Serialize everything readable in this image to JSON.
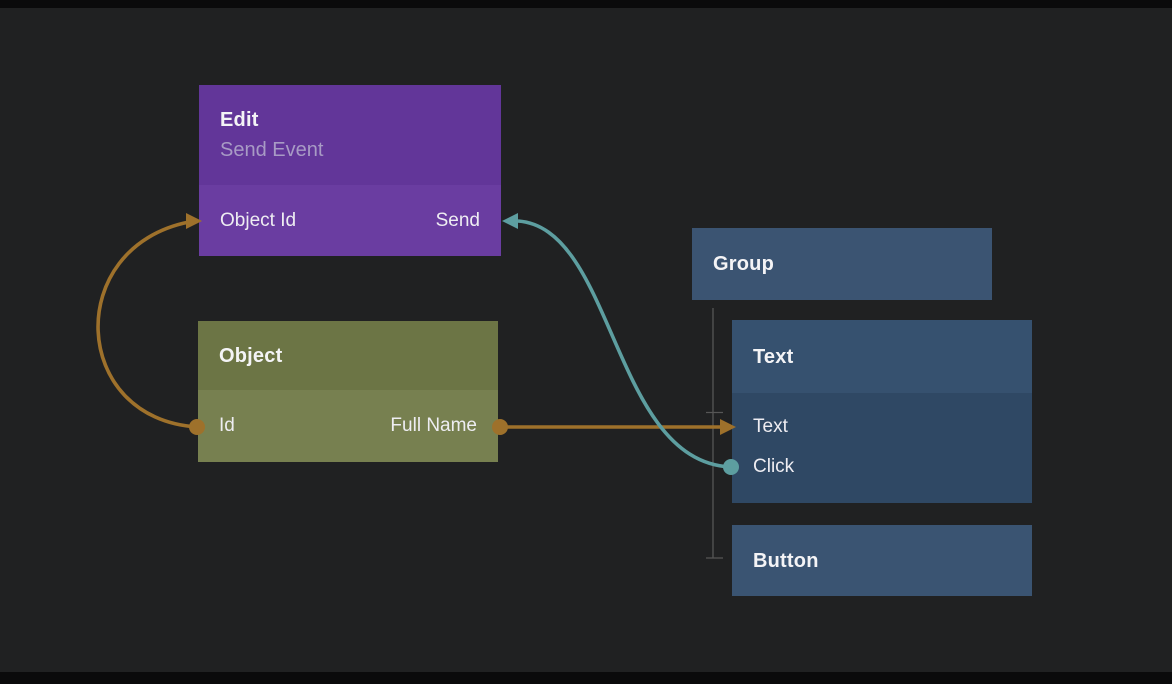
{
  "canvas": {
    "background_color": "#202122",
    "edge_bar_color": "#0a0a0b"
  },
  "colors": {
    "wire_orange": "#9e712b",
    "wire_teal": "#5d9ea0",
    "tree_line": "#565656"
  },
  "nodes": {
    "edit": {
      "title": "Edit",
      "subtitle": "Send Event",
      "header_color": "#623699",
      "body_color": "#6a3da1",
      "ports": {
        "input": "Object Id",
        "output": "Send"
      }
    },
    "object": {
      "title": "Object",
      "header_color": "#6c7545",
      "body_color": "#778050",
      "ports": {
        "output_left": "Id",
        "output_right": "Full Name"
      }
    },
    "group": {
      "title": "Group",
      "header_color": "#3b5472",
      "children": [
        "Text",
        "Button"
      ]
    },
    "text": {
      "title": "Text",
      "header_color": "#36516f",
      "body_color": "#2f4864",
      "ports": [
        "Text",
        "Click"
      ]
    },
    "button": {
      "title": "Button",
      "header_color": "#3a5472"
    }
  },
  "connections": [
    {
      "from": "Object.Id",
      "to": "Edit.Object Id",
      "color": "#9e712b",
      "shape": "c-curve"
    },
    {
      "from": "Object.Full Name",
      "to": "Text.Text",
      "color": "#9e712b",
      "shape": "straight"
    },
    {
      "from": "Text.Click",
      "to": "Edit.Send",
      "color": "#5d9ea0",
      "shape": "s-curve"
    }
  ]
}
